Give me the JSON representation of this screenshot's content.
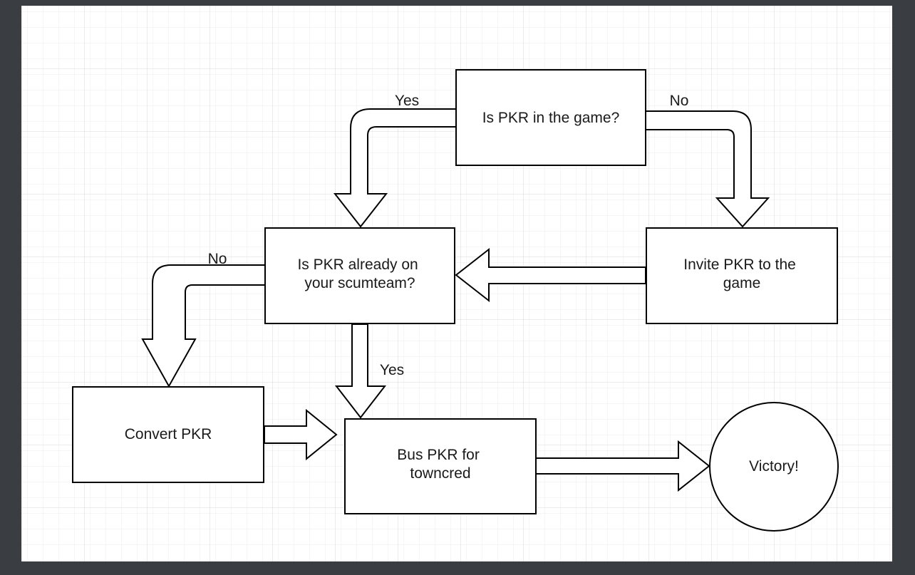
{
  "colors": {
    "frame": "#3a3d42",
    "canvas": "#ffffff",
    "grid_minor": "#ececec",
    "grid_major": "#dcdcdc",
    "stroke": "#000000",
    "text": "#1a1a1a"
  },
  "nodes": {
    "q1": {
      "lines": [
        "Is PKR in the game?"
      ]
    },
    "q2": {
      "lines": [
        "Is PKR already on",
        "your scumteam?"
      ]
    },
    "invite": {
      "lines": [
        "Invite PKR to the",
        "game"
      ]
    },
    "convert": {
      "lines": [
        "Convert PKR"
      ]
    },
    "bus": {
      "lines": [
        "Bus PKR for",
        "towncred"
      ]
    },
    "victory": {
      "lines": [
        "Victory!"
      ]
    }
  },
  "edge_labels": {
    "q1_yes": "Yes",
    "q1_no": "No",
    "q2_no": "No",
    "q2_yes": "Yes"
  }
}
